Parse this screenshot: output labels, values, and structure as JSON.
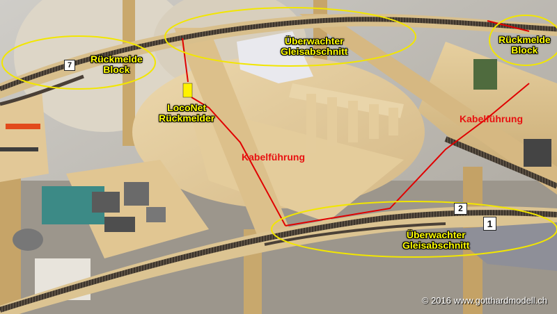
{
  "photo": {
    "annotations": {
      "feedback_block_left": {
        "line1": "Rückmelde",
        "line2": "Block"
      },
      "monitored_section_top": {
        "line1": "Überwachter",
        "line2": "Gleisabschnitt"
      },
      "feedback_block_right": {
        "line1": "Rückmelde",
        "line2": "Block"
      },
      "loconet_feedback": {
        "line1": "LocoNet",
        "line2": "Rückmelder"
      },
      "cable_routing_center": "Kabelführung",
      "cable_routing_right": "Kabelführung",
      "monitored_section_bottom": {
        "line1": "Überwachter",
        "line2": "Gleisabschnitt"
      }
    },
    "track_numbers": {
      "n7": "7",
      "n2": "2",
      "n1": "1"
    },
    "copyright": "© 2016 www.gotthardmodell.ch",
    "colors": {
      "highlight_ellipse": "#f2e600",
      "cable_line": "#e00000",
      "label_yellow": "#ffff00",
      "label_red": "#e81010"
    }
  }
}
